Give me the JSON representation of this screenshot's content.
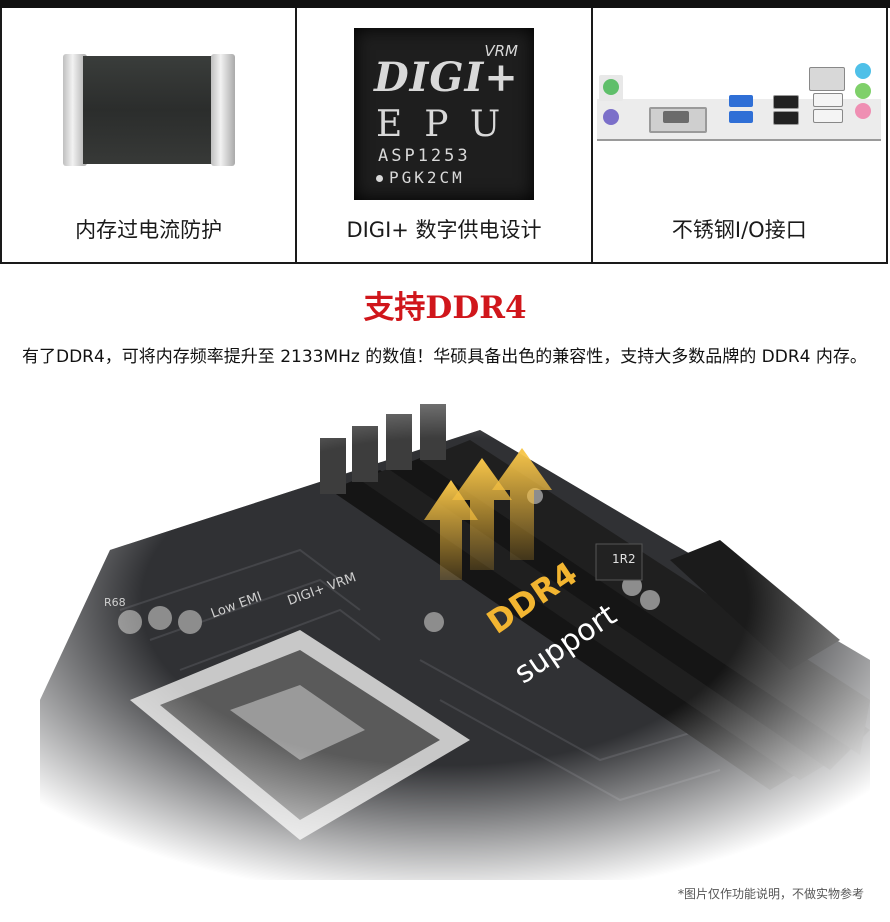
{
  "features": [
    {
      "label": "内存过电流防护",
      "image": "memory-overcurrent-resistor"
    },
    {
      "label": "DIGI+ 数字供电设计",
      "image": "digi-epu-chip",
      "chip_text": {
        "vrm": "VRM",
        "brand": "DIGI+",
        "epu": "EPU",
        "model": "ASP1253",
        "code": "PGK2CM"
      }
    },
    {
      "label": "不锈钢I/O接口",
      "image": "stainless-io-panel"
    }
  ],
  "section": {
    "title": "支持DDR4",
    "description": "有了DDR4，可将内存频率提升至 2133MHz 的数值！华硕具备出色的兼容性，支持大多数品牌的 DDR4 内存。"
  },
  "illustration": {
    "ddr_label": "DDR4",
    "support_label": "support",
    "board_marks": {
      "digi_vrm": "DIGI+ VRM",
      "low_emi": "Low EMI",
      "r68": "R68",
      "choke": "1R2"
    }
  },
  "footnote": "*图片仅作功能说明，不做实物参考",
  "colors": {
    "title_red": "#d0161b",
    "arrow_gold": "#f2b531",
    "border": "#1a1a1a"
  }
}
